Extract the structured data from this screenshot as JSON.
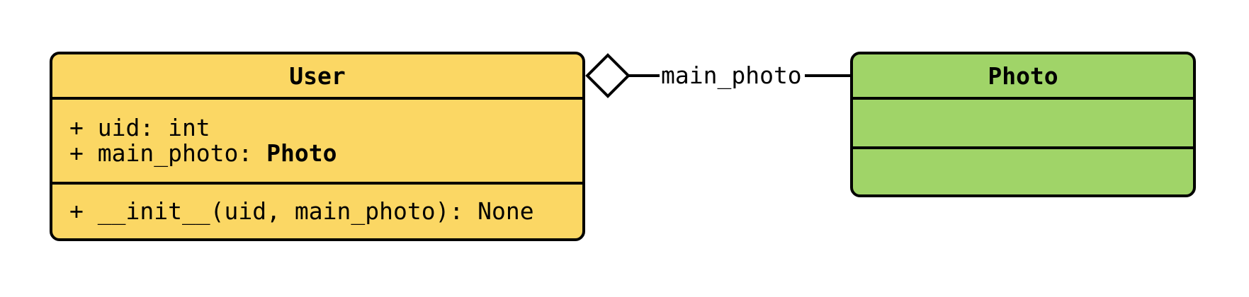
{
  "diagram": {
    "type": "uml-class-diagram",
    "background": "#ffffff",
    "stroke": "#000000",
    "classes": [
      {
        "name": "User",
        "fill": "#fbd764",
        "attributes": [
          {
            "text": "+ uid: int",
            "bold_type": ""
          },
          {
            "text": "+ main_photo: ",
            "bold_type": "Photo"
          }
        ],
        "methods": [
          {
            "text": "+ __init__(uid, main_photo): None"
          }
        ]
      },
      {
        "name": "Photo",
        "fill": "#a0d468",
        "attributes": [],
        "methods": []
      }
    ],
    "relationship": {
      "kind": "aggregation",
      "diamond_end": "User",
      "label": "main_photo",
      "diamond_fill": "#ffffff"
    }
  }
}
